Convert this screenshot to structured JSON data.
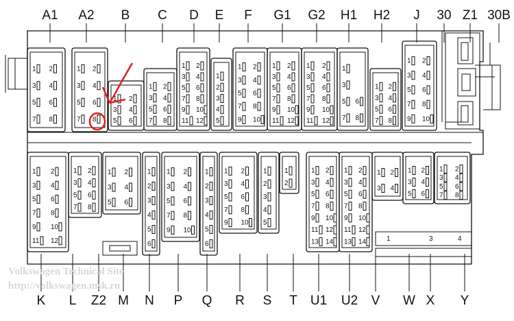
{
  "top_labels": [
    "A1",
    "A2",
    "B",
    "C",
    "D",
    "E",
    "F",
    "G1",
    "G2",
    "H1",
    "H2",
    "J",
    "30",
    "Z1",
    "30B"
  ],
  "bottom_labels": [
    "K",
    "L",
    "Z2",
    "M",
    "N",
    "P",
    "Q",
    "R",
    "S",
    "T",
    "U1",
    "U2",
    "V",
    "W",
    "X",
    "Y"
  ],
  "watermark": {
    "line1": "Volkswagen Technical Site",
    "line2": "http://volkswagen.msk.ru"
  },
  "bottom_strip_numbers": [
    "1",
    "3",
    "4"
  ],
  "highlight_color": "#e0201c",
  "highlight_pin": "8",
  "connectors_top": {
    "A1": [
      [
        "1",
        "2"
      ],
      [
        "3",
        "4"
      ],
      [
        "5",
        "6"
      ],
      [
        "7",
        "8"
      ]
    ],
    "A2": [
      [
        "1",
        "2"
      ],
      [
        "3",
        "4"
      ],
      [
        "5",
        "6"
      ],
      [
        "7",
        "8"
      ]
    ],
    "B": [
      [
        "1",
        "2"
      ],
      [
        "3",
        "4"
      ],
      [
        "5",
        "6"
      ]
    ],
    "C": [
      [
        "1",
        "2"
      ],
      [
        "3",
        "4"
      ],
      [
        "5",
        "6"
      ],
      [
        "7",
        "8"
      ]
    ],
    "D": [
      [
        "1",
        "2"
      ],
      [
        "3",
        "4"
      ],
      [
        "5",
        "6"
      ],
      [
        "7",
        "8"
      ],
      [
        "9",
        "10"
      ],
      [
        "11",
        "12"
      ]
    ],
    "E": [
      [
        "1",
        ""
      ],
      [
        "2",
        ""
      ],
      [
        "3",
        ""
      ],
      [
        "4",
        ""
      ],
      [
        "5",
        ""
      ]
    ],
    "F": [
      [
        "1",
        "2"
      ],
      [
        "3",
        "4"
      ],
      [
        "5",
        "6"
      ],
      [
        "7",
        "8"
      ],
      [
        "9",
        "10"
      ]
    ],
    "G1": [
      [
        "1",
        "2"
      ],
      [
        "3",
        "4"
      ],
      [
        "5",
        "6"
      ],
      [
        "7",
        "8"
      ],
      [
        "9",
        "10"
      ],
      [
        "11",
        "12"
      ]
    ],
    "G2": [
      [
        "1",
        "2"
      ],
      [
        "3",
        "4"
      ],
      [
        "5",
        "6"
      ],
      [
        "7",
        "8"
      ],
      [
        "9",
        "10"
      ],
      [
        "11",
        "12"
      ]
    ],
    "H1": [
      [
        "1",
        ""
      ],
      [
        "3",
        ""
      ],
      [
        "5",
        "6"
      ],
      [
        "7",
        "8"
      ]
    ],
    "H2": [
      [
        "1",
        "2"
      ],
      [
        "3",
        "4"
      ],
      [
        "5",
        "6"
      ],
      [
        "7",
        "8"
      ]
    ],
    "J": [
      [
        "1",
        "2"
      ],
      [
        "3",
        "4"
      ],
      [
        "5",
        "6"
      ],
      [
        "7",
        "8"
      ],
      [
        "9",
        "10"
      ]
    ]
  },
  "connectors_bottom": {
    "K": [
      [
        "1",
        "2"
      ],
      [
        "3",
        "4"
      ],
      [
        "5",
        "6"
      ],
      [
        "7",
        "8"
      ],
      [
        "9",
        "10"
      ],
      [
        "11",
        "12"
      ]
    ],
    "L": [
      [
        "1",
        "2"
      ],
      [
        "3",
        "4"
      ],
      [
        "5",
        "6"
      ],
      [
        "7",
        "8"
      ]
    ],
    "M": [
      [
        "1",
        "2"
      ],
      [
        "3",
        "4"
      ],
      [
        "5",
        "6"
      ]
    ],
    "N": [
      [
        "1",
        ""
      ],
      [
        "2",
        ""
      ],
      [
        "3",
        ""
      ],
      [
        "4",
        ""
      ],
      [
        "5",
        ""
      ],
      [
        "6",
        ""
      ]
    ],
    "P": [
      [
        "1",
        "2"
      ],
      [
        "3",
        "4"
      ],
      [
        "5",
        "6"
      ],
      [
        "7",
        "8"
      ],
      [
        "9",
        "10"
      ]
    ],
    "Q": [
      [
        "1",
        ""
      ],
      [
        "2",
        ""
      ],
      [
        "3",
        ""
      ],
      [
        "4",
        ""
      ],
      [
        "5",
        ""
      ],
      [
        "6",
        ""
      ]
    ],
    "R": [
      [
        "1",
        "2"
      ],
      [
        "3",
        "4"
      ],
      [
        "5",
        "6"
      ],
      [
        "7",
        "8"
      ],
      [
        "9",
        "10"
      ]
    ],
    "S": [
      [
        "1",
        ""
      ],
      [
        "2",
        ""
      ],
      [
        "3",
        ""
      ],
      [
        "4",
        ""
      ],
      [
        "5",
        ""
      ]
    ],
    "T": [
      [
        "1",
        ""
      ],
      [
        "2",
        ""
      ]
    ],
    "U1": [
      [
        "1",
        "2"
      ],
      [
        "3",
        "4"
      ],
      [
        "5",
        "6"
      ],
      [
        "7",
        "8"
      ],
      [
        "9",
        "10"
      ],
      [
        "11",
        "12"
      ],
      [
        "13",
        "14"
      ]
    ],
    "U2": [
      [
        "1",
        "2"
      ],
      [
        "3",
        "4"
      ],
      [
        "5",
        "6"
      ],
      [
        "7",
        "8"
      ],
      [
        "9",
        "10"
      ],
      [
        "11",
        "12"
      ],
      [
        "13",
        "14"
      ]
    ],
    "V": [
      [
        "1",
        "2"
      ],
      [
        "3",
        "4"
      ]
    ],
    "W": [
      [
        "1",
        "2"
      ],
      [
        "3",
        "4"
      ],
      [
        "5",
        "6"
      ]
    ],
    "X": [
      [
        "1",
        "2"
      ],
      [
        "3",
        "4"
      ],
      [
        "5",
        "6"
      ],
      [
        "7",
        "8"
      ]
    ]
  }
}
